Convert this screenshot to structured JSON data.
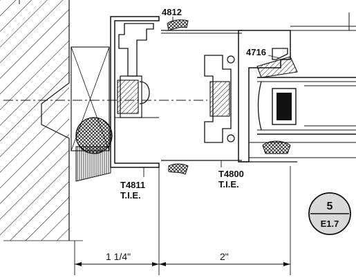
{
  "parts": {
    "top_gasket_part": "4812",
    "glazing_part": "4716",
    "left_frame_code": "T4811",
    "left_frame_finish": "T.I.E.",
    "right_frame_code": "T4800",
    "right_frame_finish": "T.I.E."
  },
  "dimensions": {
    "left_width": "1 1/4\"",
    "right_width": "2\""
  },
  "detail_badge": {
    "number": "5",
    "sheet": "E1.7"
  },
  "colors": {
    "line": "#111111",
    "badge_fill": "#d9d9d9",
    "background": "#ffffff"
  }
}
